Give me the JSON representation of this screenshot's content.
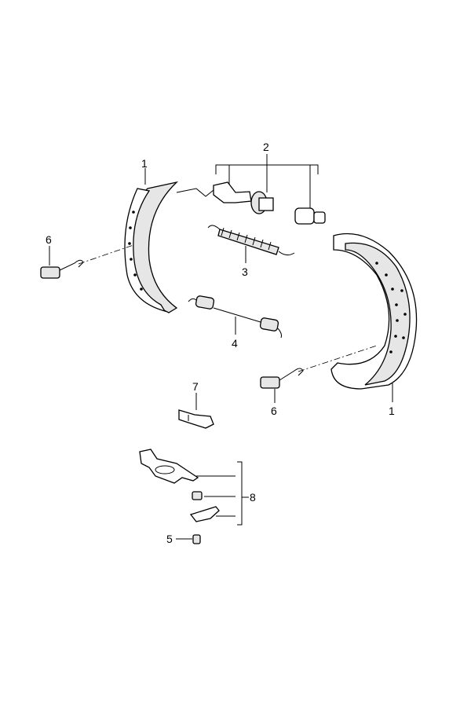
{
  "diagram": {
    "callouts": [
      {
        "id": "brake-shoe-left",
        "label": "1"
      },
      {
        "id": "adjuster-assembly",
        "label": "2"
      },
      {
        "id": "upper-spring",
        "label": "3"
      },
      {
        "id": "lower-spring",
        "label": "4"
      },
      {
        "id": "hold-down-spring-left",
        "label": "6"
      },
      {
        "id": "hold-down-spring-right",
        "label": "6"
      },
      {
        "id": "brake-shoe-right",
        "label": "1"
      },
      {
        "id": "clip",
        "label": "7"
      },
      {
        "id": "lever-kit",
        "label": "8"
      },
      {
        "id": "sleeve",
        "label": "5"
      }
    ]
  }
}
